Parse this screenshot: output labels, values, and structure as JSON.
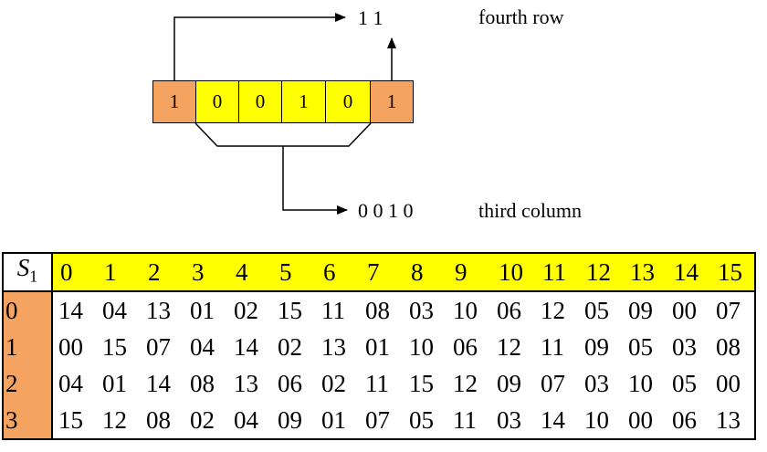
{
  "diagram": {
    "bits": [
      "1",
      "0",
      "0",
      "1",
      "0",
      "1"
    ],
    "row_bits_label": "1 1",
    "row_caption": "fourth row",
    "column_bits_label": "0 0 1 0",
    "column_caption": "third column",
    "colors": {
      "outer_bits": "#F4A460",
      "inner_bits": "#FFFF00"
    }
  },
  "sbox": {
    "name": "S",
    "name_subscript": "1",
    "column_headers": [
      "0",
      "1",
      "2",
      "3",
      "4",
      "5",
      "6",
      "7",
      "8",
      "9",
      "10",
      "11",
      "12",
      "13",
      "14",
      "15"
    ],
    "row_headers": [
      "0",
      "1",
      "2",
      "3"
    ],
    "rows": [
      [
        "14",
        "04",
        "13",
        "01",
        "02",
        "15",
        "11",
        "08",
        "03",
        "10",
        "06",
        "12",
        "05",
        "09",
        "00",
        "07"
      ],
      [
        "00",
        "15",
        "07",
        "04",
        "14",
        "02",
        "13",
        "01",
        "10",
        "06",
        "12",
        "11",
        "09",
        "05",
        "03",
        "08"
      ],
      [
        "04",
        "01",
        "14",
        "08",
        "13",
        "06",
        "02",
        "11",
        "15",
        "12",
        "09",
        "07",
        "03",
        "10",
        "05",
        "00"
      ],
      [
        "15",
        "12",
        "08",
        "02",
        "04",
        "09",
        "01",
        "07",
        "05",
        "11",
        "03",
        "14",
        "10",
        "00",
        "06",
        "13"
      ]
    ],
    "colors": {
      "header_row": "#FFFF00",
      "header_column": "#F4A460"
    }
  }
}
